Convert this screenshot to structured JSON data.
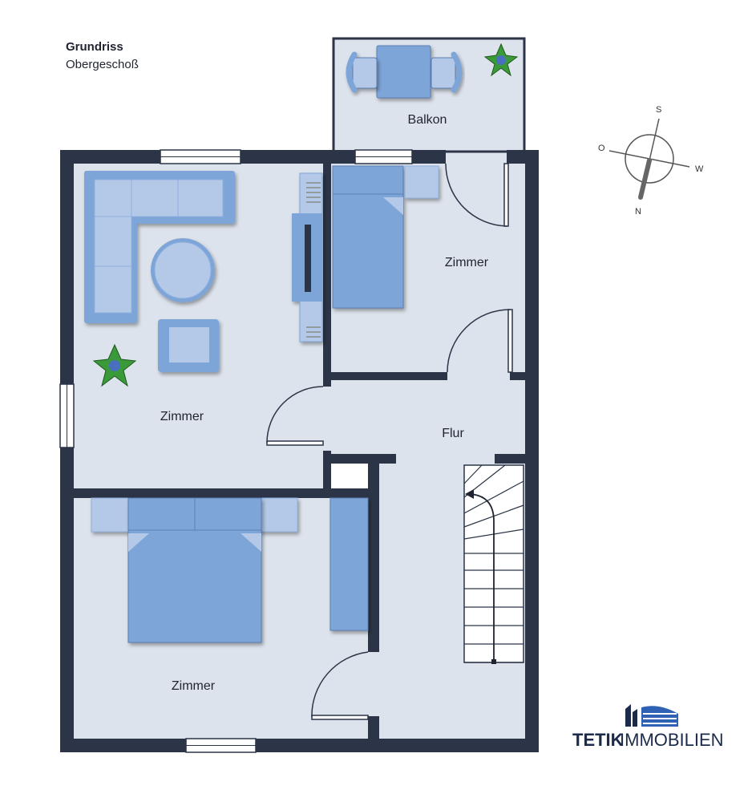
{
  "header": {
    "title": "Grundriss",
    "subtitle": "Obergeschoß"
  },
  "rooms": {
    "balcony": "Balkon",
    "room_top_right": "Zimmer",
    "living_room": "Zimmer",
    "hallway": "Flur",
    "bedroom": "Zimmer"
  },
  "compass": {
    "south": "S",
    "west": "W",
    "east": "O",
    "north": "N"
  },
  "brand": {
    "name_bold": "TETIK",
    "name_light": "IMMOBILIEN"
  },
  "colors": {
    "wall": "#2b3547",
    "floor": "#dde3ec",
    "furniture": "#7ea5d8",
    "furniture_light": "#b4c9e8",
    "plant": "#3a9a3a"
  }
}
